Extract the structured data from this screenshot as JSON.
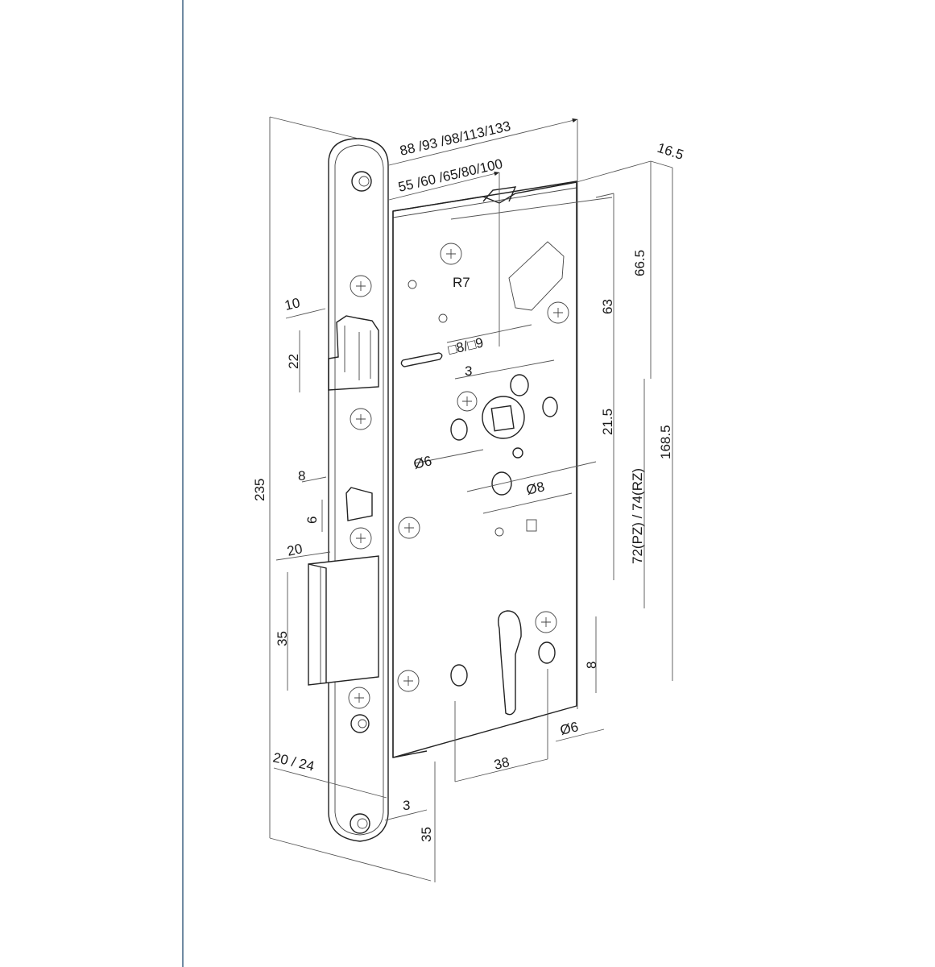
{
  "diagram": {
    "subject": "Mortise lock technical drawing",
    "dimensions": {
      "backset_total": "88 /93 /98/113/133",
      "backset": "55 /60 /65/80/100",
      "body_thickness": "16.5",
      "radius": "R7",
      "latch_projection": "10",
      "latch_height": "22",
      "follower_square": "□8/□9",
      "follower_offset": "3",
      "hole_left": "Ø6",
      "hole_lower": "Ø8",
      "trigger_projection": "8",
      "trigger_height": "6",
      "deadbolt_projection": "20",
      "deadbolt_height": "35",
      "faceplate_height": "235",
      "dim_63": "63",
      "dim_66_5": "66.5",
      "dim_21_5": "21.5",
      "distance_pz_rz": "72(PZ) / 74(RZ)",
      "dim_168_5": "168.5",
      "cylinder_offset": "8",
      "cylinder_hole": "Ø6",
      "cylinder_spacing": "38",
      "faceplate_width": "20 / 24",
      "faceplate_offset": "3",
      "faceplate_end": "35"
    }
  }
}
